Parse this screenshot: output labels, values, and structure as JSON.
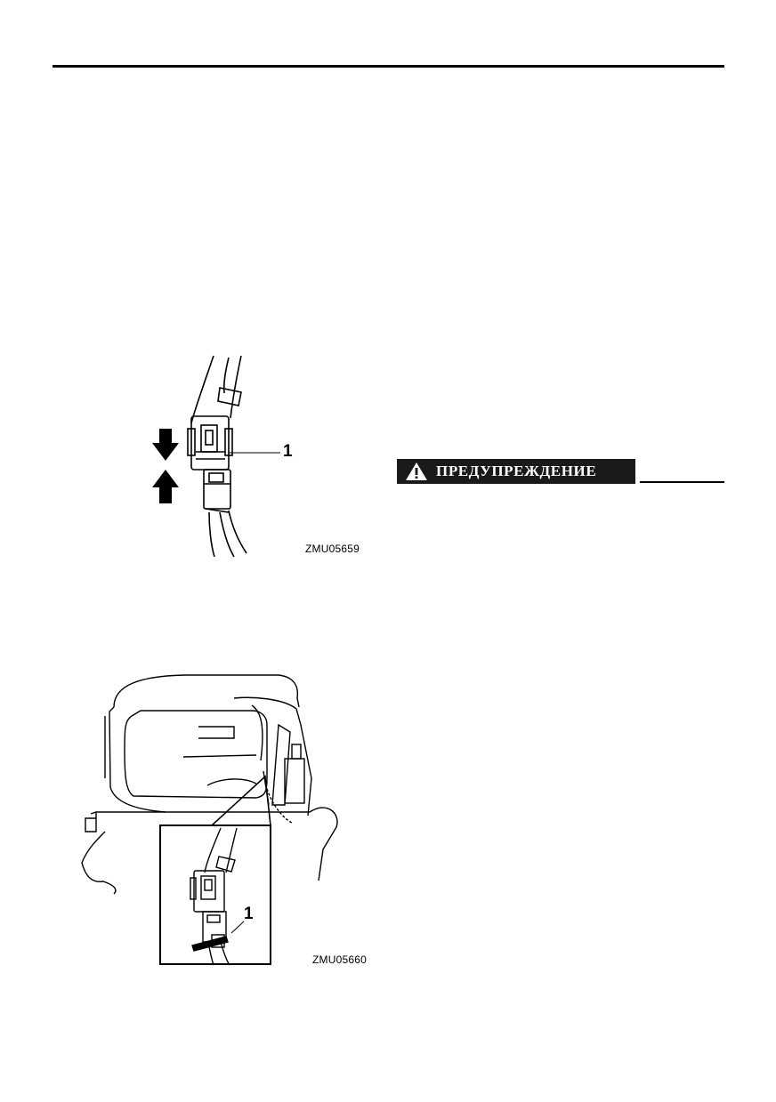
{
  "figures": [
    {
      "code": "ZMU05659",
      "callout": "1"
    },
    {
      "code": "ZMU05660",
      "callout": "1"
    }
  ],
  "warning": {
    "label": "ПРЕДУПРЕЖДЕНИЕ",
    "icon": "warning-triangle-icon"
  }
}
